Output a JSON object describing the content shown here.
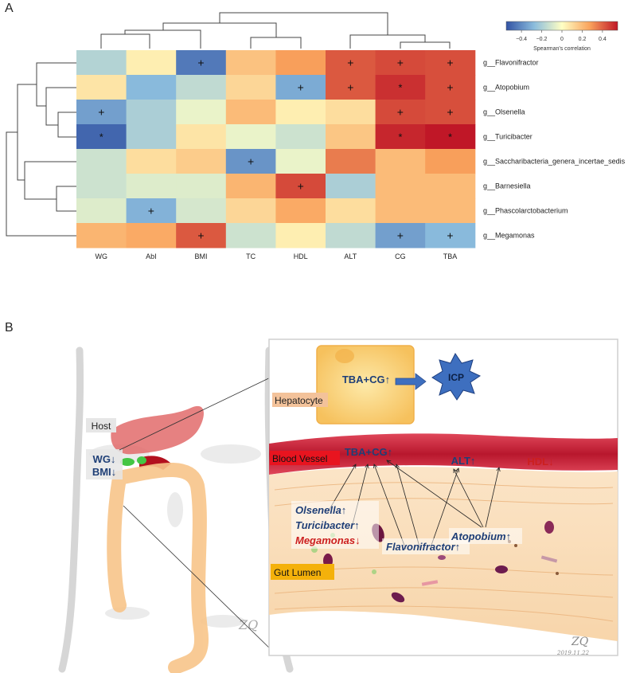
{
  "panels": {
    "a": "A",
    "b": "B"
  },
  "heatmap": {
    "colorbar": {
      "title": "Spearman's correlation",
      "ticks": [
        "−0.4",
        "−0.2",
        "0",
        "0.2",
        "0.4"
      ],
      "tick_values": [
        -0.4,
        -0.2,
        0,
        0.2,
        0.4
      ],
      "range": [
        -0.55,
        0.55
      ]
    },
    "columns": [
      "WG",
      "AbI",
      "BMI",
      "TC",
      "HDL",
      "ALT",
      "CG",
      "TBA"
    ],
    "rows": [
      "g__Flavonifractor",
      "g__Atopobium",
      "g__Olsenella",
      "g__Turicibacter",
      "g__Saccharibacteria_genera_incertae_sedis",
      "g__Barnesiella",
      "g__Phascolarctobacterium",
      "g__Megamonas"
    ],
    "values": [
      [
        -0.18,
        0.05,
        -0.45,
        0.18,
        0.28,
        0.42,
        0.45,
        0.44
      ],
      [
        0.08,
        -0.28,
        -0.15,
        0.12,
        -0.32,
        0.42,
        0.5,
        0.44
      ],
      [
        -0.35,
        -0.2,
        -0.05,
        0.2,
        0.05,
        0.1,
        0.45,
        0.44
      ],
      [
        -0.5,
        -0.2,
        0.08,
        -0.05,
        -0.12,
        0.17,
        0.52,
        0.55
      ],
      [
        -0.12,
        0.1,
        0.15,
        -0.38,
        -0.05,
        0.35,
        0.2,
        0.28
      ],
      [
        -0.12,
        -0.08,
        -0.08,
        0.22,
        0.45,
        -0.2,
        0.2,
        0.2
      ],
      [
        -0.08,
        -0.3,
        -0.1,
        0.12,
        0.25,
        0.1,
        0.2,
        0.2
      ],
      [
        0.22,
        0.25,
        0.42,
        -0.12,
        0.05,
        -0.15,
        -0.35,
        -0.28
      ]
    ],
    "marks": [
      [
        "",
        "",
        "+",
        "",
        "",
        "+",
        "+",
        "+"
      ],
      [
        "",
        "",
        "",
        "",
        "+",
        "+",
        "*",
        "+"
      ],
      [
        "+",
        "",
        "",
        "",
        "",
        "",
        "+",
        "+"
      ],
      [
        "*",
        "",
        "",
        "",
        "",
        "",
        "*",
        "*"
      ],
      [
        "",
        "",
        "",
        "+",
        "",
        "",
        "",
        ""
      ],
      [
        "",
        "",
        "",
        "",
        "+",
        "",
        "",
        ""
      ],
      [
        "",
        "+",
        "",
        "",
        "",
        "",
        "",
        ""
      ],
      [
        "",
        "",
        "+",
        "",
        "",
        "",
        "+",
        "+"
      ]
    ]
  },
  "illustration": {
    "host": "Host",
    "wg": "WG↓",
    "bmi": "BMI↓",
    "hepatocyte": "Hepatocyte",
    "tba_cg_liver": "TBA+CG↑",
    "icp": "ICP",
    "blood_vessel": "Blood Vessel",
    "tba_cg_blood": "TBA+CG↑",
    "alt": "ALT↑",
    "hdl": "HDL↓",
    "olsenella": "Olsenella↑",
    "turicibacter": "Turicibacter↑",
    "megamonas": "Megamonas↓",
    "flavonifractor": "Flavonifractor↑",
    "atopobium": "Atopobium↑",
    "gut_lumen": "Gut Lumen",
    "signature_left": "ZQ",
    "signature_right": "ZQ",
    "signature_date": "2019.11.22"
  },
  "colors": {
    "blue_text": "#1f3f77",
    "red_text": "#cc1f1f",
    "vessel": "#c9283a",
    "host_bg": "#e6e6e6",
    "hepatocyte_label_bg": "#f3c29a",
    "blood_label_bg": "#e8141f",
    "gut_label_bg": "#f4b10b",
    "icp_star": "#3e6fbf"
  }
}
